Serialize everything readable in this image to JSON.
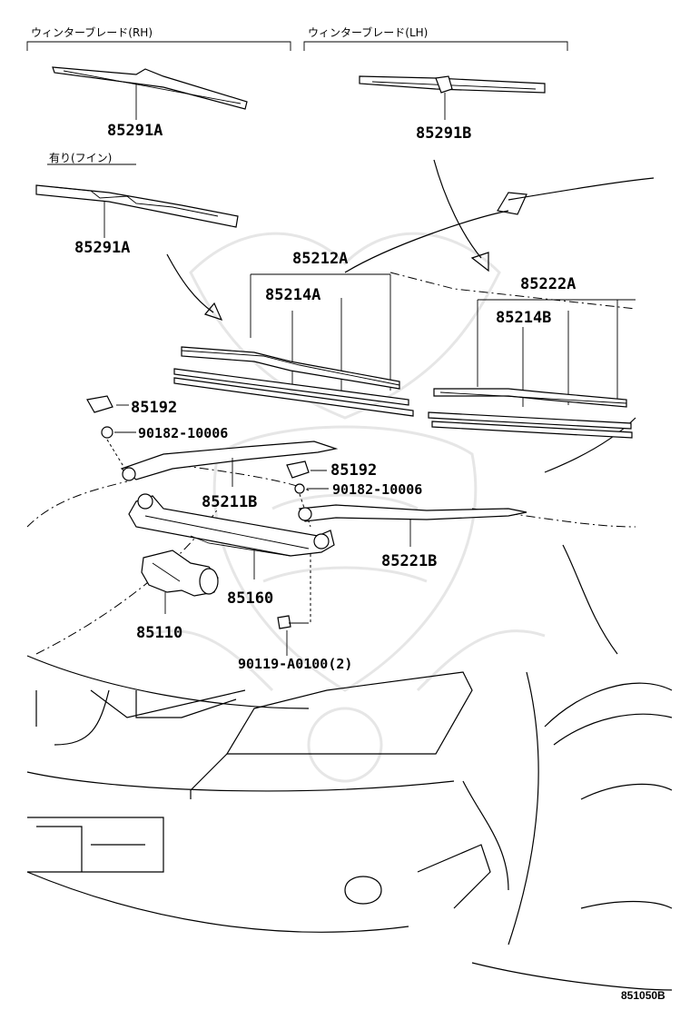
{
  "headers": {
    "blade_rh": "ウィンターブレード(RH)",
    "blade_lh": "ウィンターブレード(LH)",
    "with_fin": "有り(フイン)"
  },
  "parts": {
    "p85291A_top": "85291A",
    "p85291B": "85291B",
    "p85291A_fin": "85291A",
    "p85212A": "85212A",
    "p85214A": "85214A",
    "p85222A": "85222A",
    "p85214B": "85214B",
    "p85192_left": "85192",
    "p90182_left": "90182-10006",
    "p85192_right": "85192",
    "p90182_right": "90182-10006",
    "p85211B": "85211B",
    "p85221B": "85221B",
    "p85160": "85160",
    "p85110": "85110",
    "p90119": "90119-A0100(2)"
  },
  "diagram_code": "851050B"
}
